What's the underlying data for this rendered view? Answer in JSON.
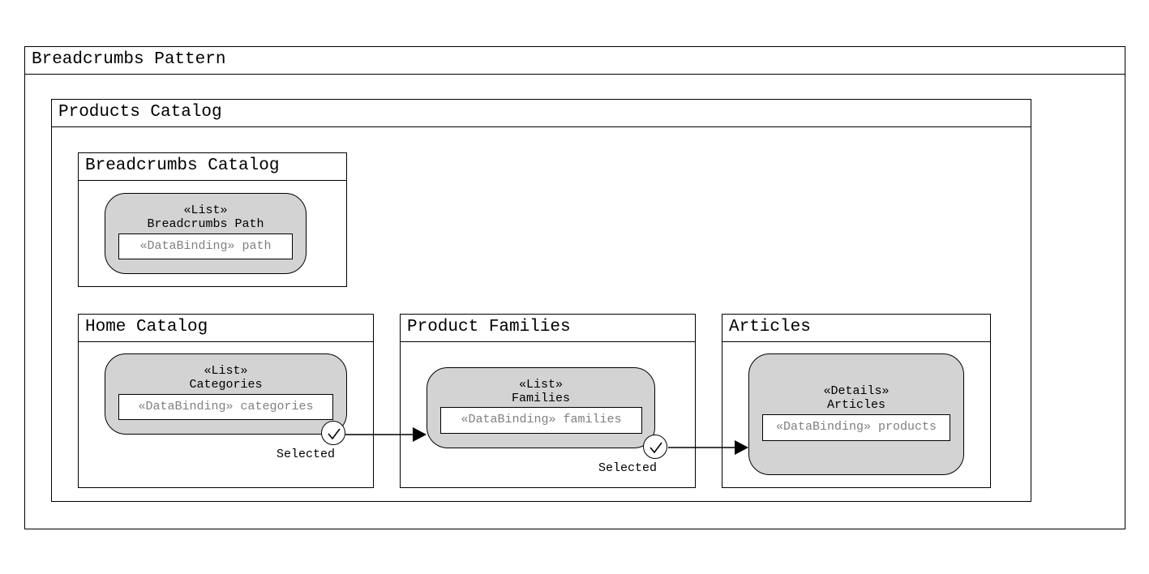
{
  "pattern": {
    "title": "Breadcrumbs Pattern"
  },
  "site_view": {
    "title": "Products Catalog"
  },
  "breadcrumbs_catalog": {
    "title": "Breadcrumbs Catalog",
    "component": {
      "stereotype": "«List»",
      "name": "Breadcrumbs Path",
      "binding": "«DataBinding» path"
    }
  },
  "home_catalog": {
    "title": "Home Catalog",
    "component": {
      "stereotype": "«List»",
      "name": "Categories",
      "binding": "«DataBinding» categories"
    },
    "event_label": "Selected"
  },
  "product_families": {
    "title": "Product Families",
    "component": {
      "stereotype": "«List»",
      "name": "Families",
      "binding": "«DataBinding» families"
    },
    "event_label": "Selected"
  },
  "articles": {
    "title": "Articles",
    "component": {
      "stereotype": "«Details»",
      "name": "Articles",
      "binding": "«DataBinding» products"
    }
  },
  "colors": {
    "component_fill": "#d3d3d3",
    "binding_text": "#808080",
    "line": "#000000"
  },
  "icons": {
    "event": "check-circle-icon",
    "flow": "arrow-right-icon"
  }
}
